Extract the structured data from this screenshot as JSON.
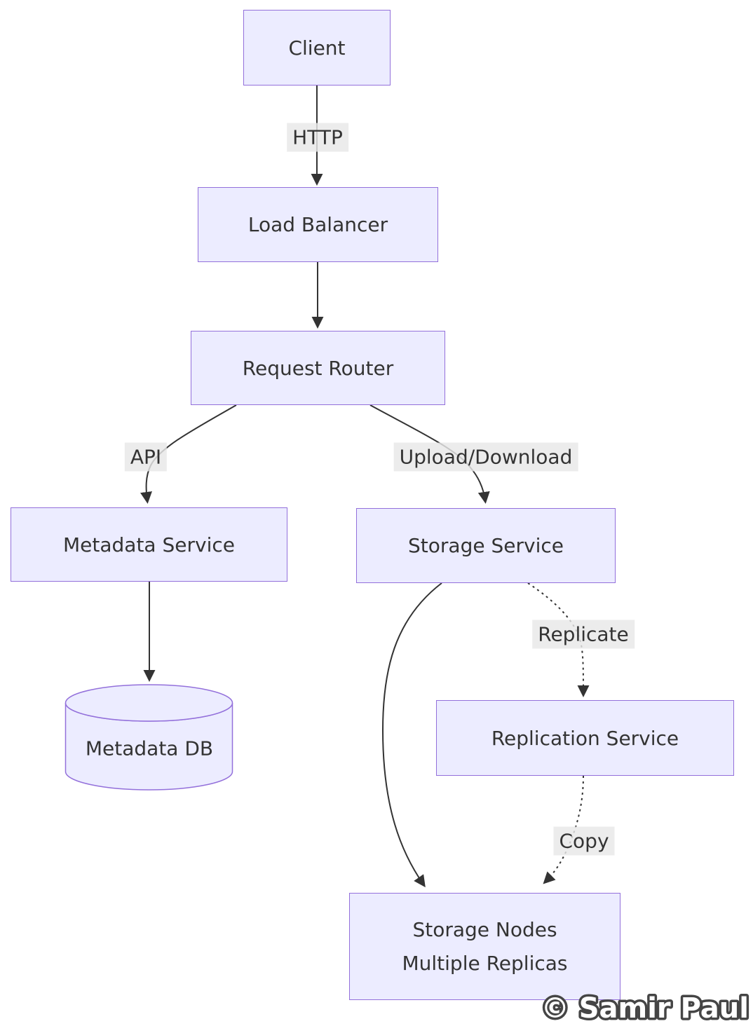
{
  "diagram": {
    "title_hint": "distributed-file-storage-flowchart",
    "nodes": {
      "client": {
        "label": "Client",
        "shape": "rect"
      },
      "load_balancer": {
        "label": "Load Balancer",
        "shape": "rect"
      },
      "request_router": {
        "label": "Request Router",
        "shape": "rect"
      },
      "metadata_service": {
        "label": "Metadata Service",
        "shape": "rect"
      },
      "storage_service": {
        "label": "Storage Service",
        "shape": "rect"
      },
      "metadata_db": {
        "label": "Metadata DB",
        "shape": "cylinder"
      },
      "replication_service": {
        "label": "Replication Service",
        "shape": "rect"
      },
      "storage_nodes": {
        "label_line1": "Storage Nodes",
        "label_line2": "Multiple Replicas",
        "shape": "rect"
      }
    },
    "edges": [
      {
        "from": "client",
        "to": "load_balancer",
        "label": "HTTP",
        "style": "solid"
      },
      {
        "from": "load_balancer",
        "to": "request_router",
        "label": "",
        "style": "solid"
      },
      {
        "from": "request_router",
        "to": "metadata_service",
        "label": "API",
        "style": "solid"
      },
      {
        "from": "request_router",
        "to": "storage_service",
        "label": "Upload/Download",
        "style": "solid"
      },
      {
        "from": "metadata_service",
        "to": "metadata_db",
        "label": "",
        "style": "solid"
      },
      {
        "from": "storage_service",
        "to": "storage_nodes",
        "label": "",
        "style": "solid"
      },
      {
        "from": "storage_service",
        "to": "replication_service",
        "label": "Replicate",
        "style": "dotted"
      },
      {
        "from": "replication_service",
        "to": "storage_nodes",
        "label": "Copy",
        "style": "dotted"
      }
    ],
    "colors": {
      "node_fill": "#ECECFF",
      "node_border": "#9370DB",
      "edge": "#333333",
      "text": "#333333",
      "edge_label_bg": "#E8E8E8",
      "background": "#FFFFFF",
      "watermark_fill": "#FFFFFF",
      "watermark_outline": "#454545"
    }
  },
  "watermark": "© Samir Paul"
}
